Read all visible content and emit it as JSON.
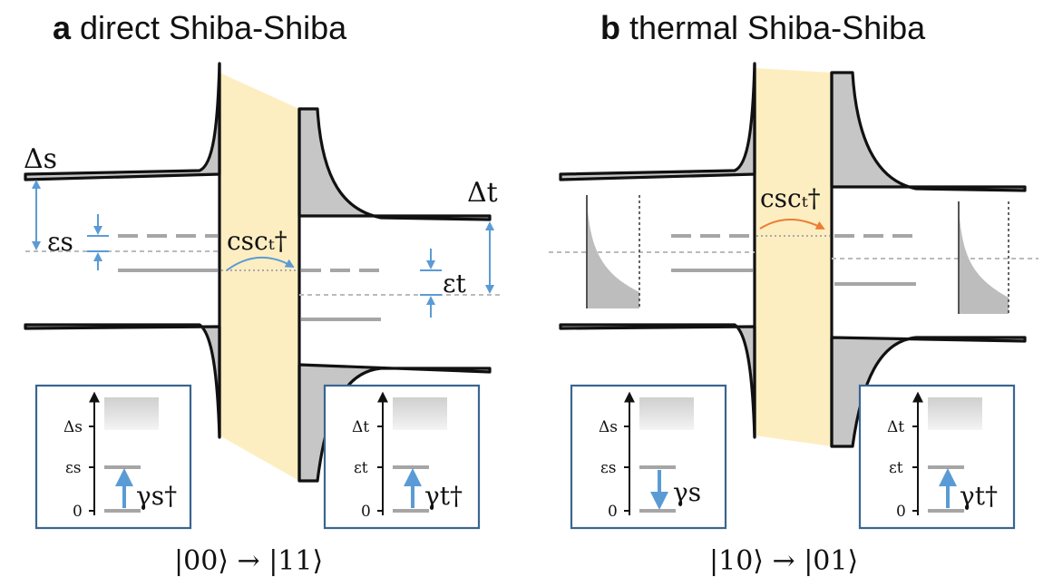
{
  "panel_a": {
    "letter": "a",
    "title": "direct Shiba-Shiba",
    "label_delta_s": "Δs",
    "label_eps_s": "εs",
    "label_delta_t": "Δt",
    "label_eps_t": "εt",
    "tunneling": "cscₜ†",
    "inset_left": {
      "ticks": [
        "Δs",
        "εs",
        "0"
      ],
      "operator": "γs†"
    },
    "inset_right": {
      "ticks": [
        "Δt",
        "εt",
        "0"
      ],
      "operator": "γt†"
    },
    "transition": "|00⟩ → |11⟩"
  },
  "panel_b": {
    "letter": "b",
    "title": "thermal Shiba-Shiba",
    "tunneling": "cscₜ†",
    "inset_left": {
      "ticks": [
        "Δs",
        "εs",
        "0"
      ],
      "operator": "γs"
    },
    "inset_right": {
      "ticks": [
        "Δt",
        "εt",
        "0"
      ],
      "operator": "γt†"
    },
    "transition": "|10⟩ → |01⟩"
  },
  "colors": {
    "gap_fill": "#c6c6c6",
    "junction": "#fdeec2",
    "arrow_blue": "#5b9bd5",
    "arrow_orange": "#ed7d31",
    "level_gray": "#a6a6a6",
    "inset_border": "#3a6591"
  }
}
